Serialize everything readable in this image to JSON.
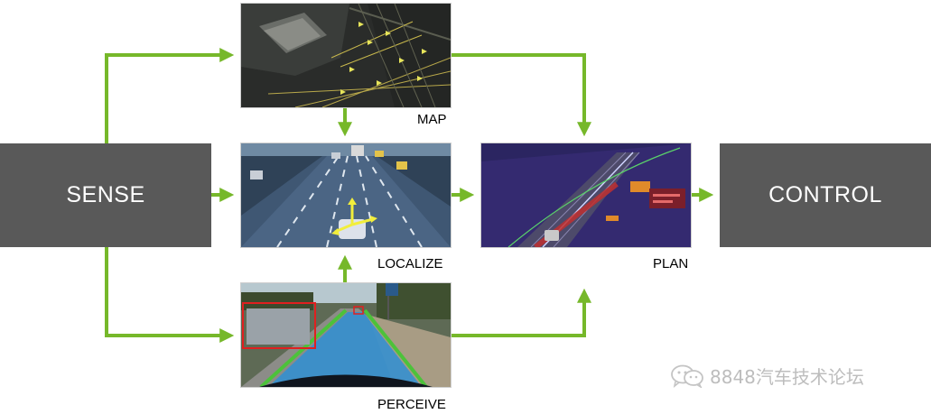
{
  "nodes": {
    "sense": "SENSE",
    "control": "CONTROL",
    "map": "MAP",
    "localize": "LOCALIZE",
    "perceive": "PERCEIVE",
    "plan": "PLAN"
  },
  "watermark": {
    "text": "8848汽车技术论坛",
    "icon": "wechat-icon"
  },
  "colors": {
    "arrow": "#76b82a",
    "box": "#595959"
  }
}
